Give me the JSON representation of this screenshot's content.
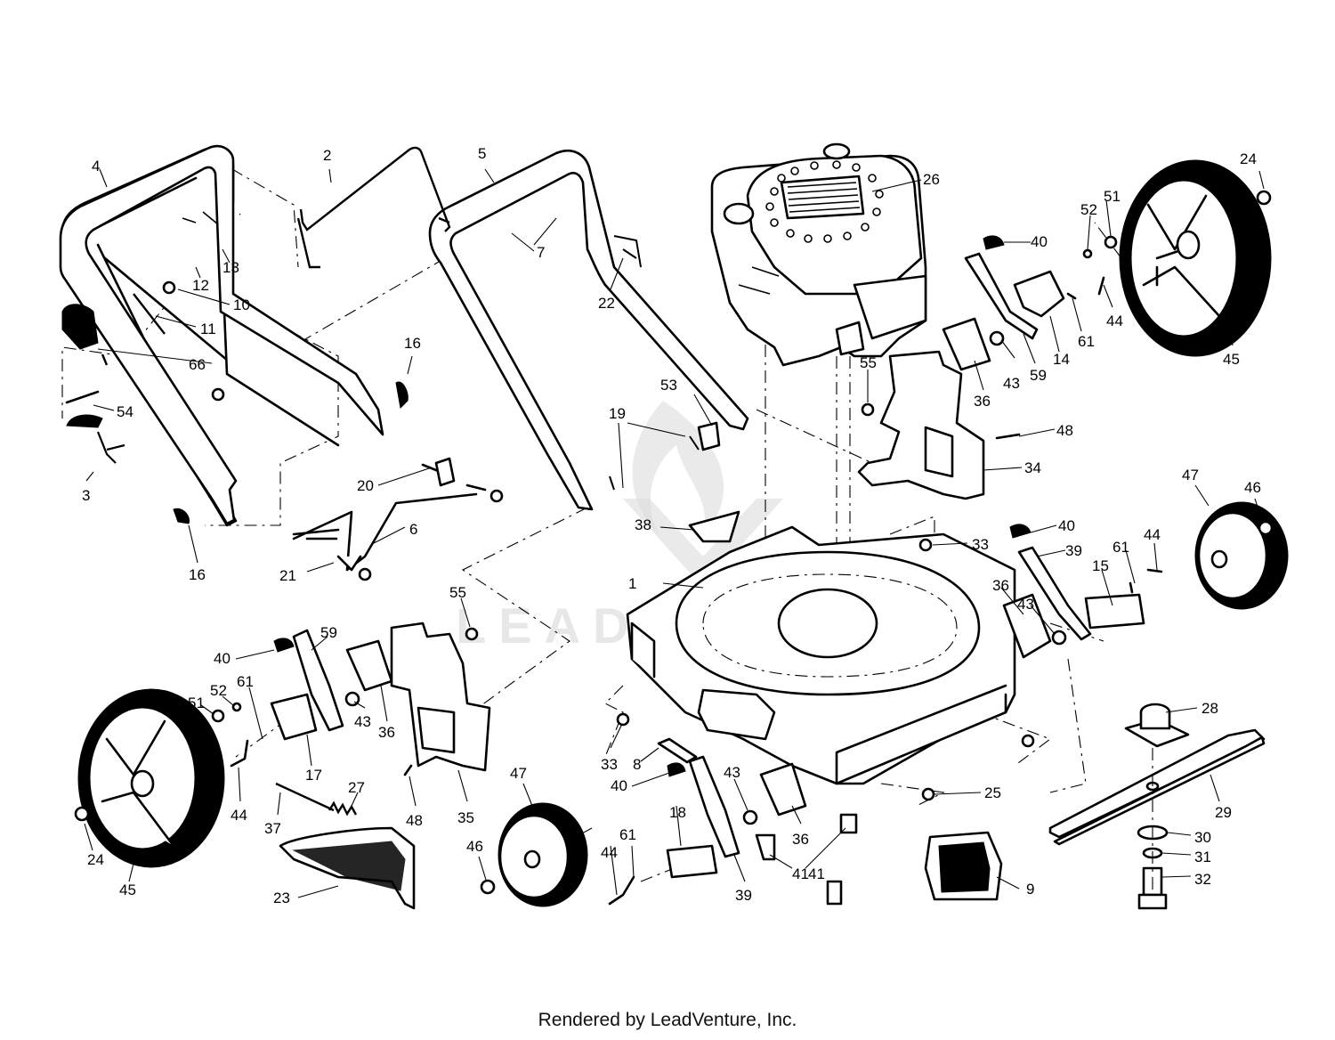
{
  "diagram": {
    "watermark": "LEADVENTURE",
    "footer": "Rendered by LeadVenture, Inc.",
    "callouts": [
      "1",
      "2",
      "3",
      "4",
      "5",
      "6",
      "7",
      "8",
      "9",
      "10",
      "11",
      "12",
      "13",
      "14",
      "15",
      "16",
      "16",
      "17",
      "18",
      "19",
      "20",
      "21",
      "22",
      "23",
      "24",
      "24",
      "25",
      "26",
      "27",
      "28",
      "29",
      "30",
      "31",
      "32",
      "33",
      "33",
      "34",
      "35",
      "36",
      "36",
      "36",
      "36",
      "37",
      "38",
      "39",
      "39",
      "40",
      "40",
      "40",
      "40",
      "41",
      "41",
      "43",
      "43",
      "43",
      "43",
      "44",
      "44",
      "44",
      "44",
      "45",
      "45",
      "46",
      "46",
      "47",
      "47",
      "48",
      "48",
      "51",
      "51",
      "52",
      "52",
      "53",
      "54",
      "55",
      "55",
      "59",
      "59",
      "61",
      "61",
      "61",
      "61",
      "66"
    ]
  }
}
